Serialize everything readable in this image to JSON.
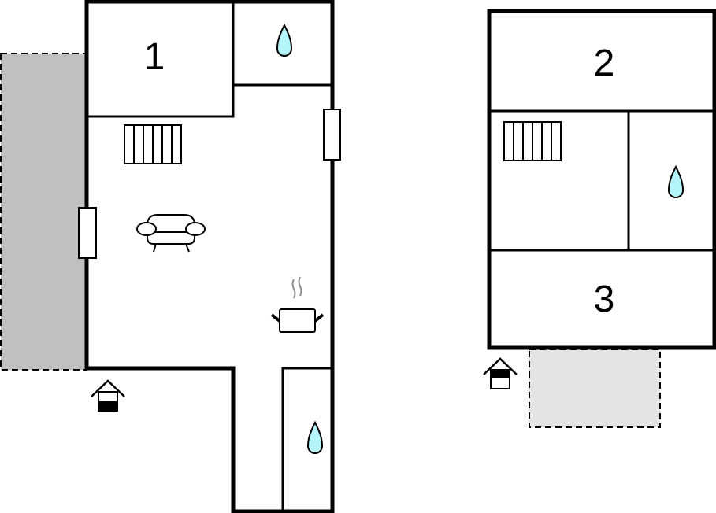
{
  "plan": {
    "rooms": [
      {
        "id": "room-1",
        "label": "1"
      },
      {
        "id": "room-2",
        "label": "2"
      },
      {
        "id": "room-3",
        "label": "3"
      }
    ],
    "icons": [
      "bathroom-drop-icon",
      "radiator-icon",
      "sofa-icon",
      "cooking-pot-icon",
      "entrance-icon",
      "window-icon"
    ],
    "colors": {
      "wall": "#000000",
      "water": "#b3f5fa",
      "terrace_dark": "#c0c0c0",
      "terrace_light": "#e4e4e4",
      "steam": "#8c8c8c"
    }
  }
}
